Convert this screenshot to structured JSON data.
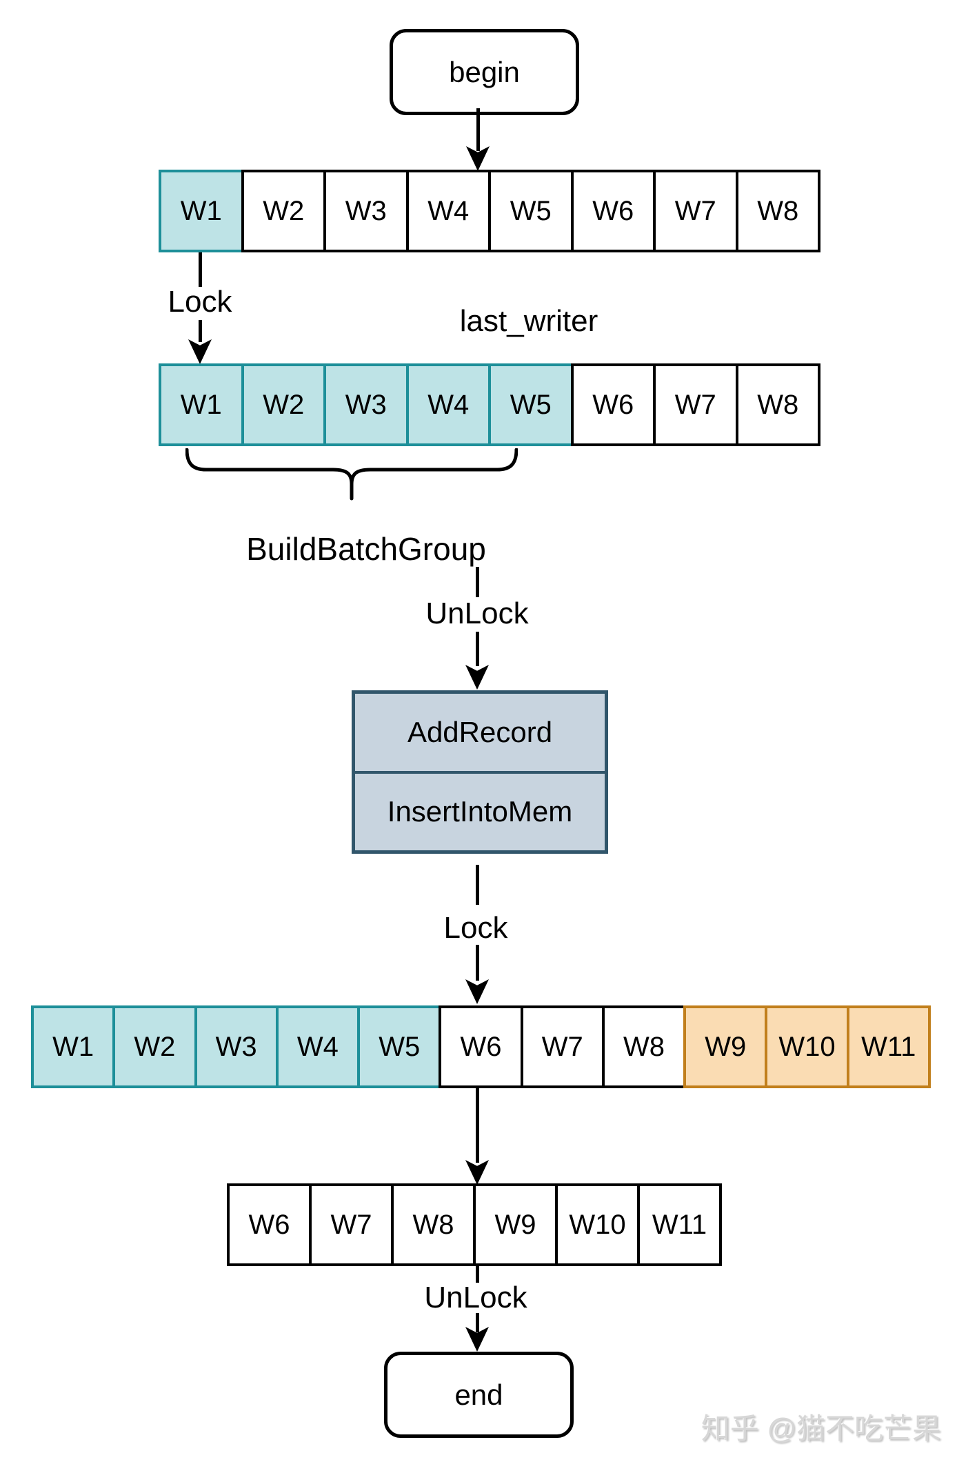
{
  "flow": {
    "begin": "begin",
    "end": "end",
    "lock_label_1": "Lock",
    "last_writer_label": "last_writer",
    "build_batch_group_label": "BuildBatchGroup",
    "unlock_label_1": "UnLock",
    "lock_label_2": "Lock",
    "unlock_label_2": "UnLock",
    "process": {
      "add_record": "AddRecord",
      "insert_into_mem": "InsertIntoMem"
    }
  },
  "queues": {
    "initial": {
      "cells": [
        {
          "label": "W1",
          "state": "locked"
        },
        {
          "label": "W2",
          "state": "plain"
        },
        {
          "label": "W3",
          "state": "plain"
        },
        {
          "label": "W4",
          "state": "plain"
        },
        {
          "label": "W5",
          "state": "plain"
        },
        {
          "label": "W6",
          "state": "plain"
        },
        {
          "label": "W7",
          "state": "plain"
        },
        {
          "label": "W8",
          "state": "plain"
        }
      ]
    },
    "after_lock": {
      "cells": [
        {
          "label": "W1",
          "state": "locked"
        },
        {
          "label": "W2",
          "state": "locked"
        },
        {
          "label": "W3",
          "state": "locked"
        },
        {
          "label": "W4",
          "state": "locked"
        },
        {
          "label": "W5",
          "state": "locked"
        },
        {
          "label": "W6",
          "state": "plain"
        },
        {
          "label": "W7",
          "state": "plain"
        },
        {
          "label": "W8",
          "state": "plain"
        }
      ]
    },
    "after_add": {
      "cells": [
        {
          "label": "W1",
          "state": "locked"
        },
        {
          "label": "W2",
          "state": "locked"
        },
        {
          "label": "W3",
          "state": "locked"
        },
        {
          "label": "W4",
          "state": "locked"
        },
        {
          "label": "W5",
          "state": "locked"
        },
        {
          "label": "W6",
          "state": "plain"
        },
        {
          "label": "W7",
          "state": "plain"
        },
        {
          "label": "W8",
          "state": "plain"
        },
        {
          "label": "W9",
          "state": "pending"
        },
        {
          "label": "W10",
          "state": "pending"
        },
        {
          "label": "W11",
          "state": "pending"
        }
      ]
    },
    "remaining": {
      "cells": [
        {
          "label": "W6",
          "state": "plain"
        },
        {
          "label": "W7",
          "state": "plain"
        },
        {
          "label": "W8",
          "state": "plain"
        },
        {
          "label": "W9",
          "state": "plain"
        },
        {
          "label": "W10",
          "state": "plain"
        },
        {
          "label": "W11",
          "state": "plain"
        }
      ]
    }
  },
  "colors": {
    "locked_fill": "#BEE3E6",
    "locked_border": "#1D8F99",
    "pending_fill": "#FADCB3",
    "pending_border": "#C17F1C",
    "process_fill": "#C8D4DF",
    "process_border": "#31566B",
    "line": "#000000"
  },
  "watermark": "知乎 @猫不吃芒果"
}
